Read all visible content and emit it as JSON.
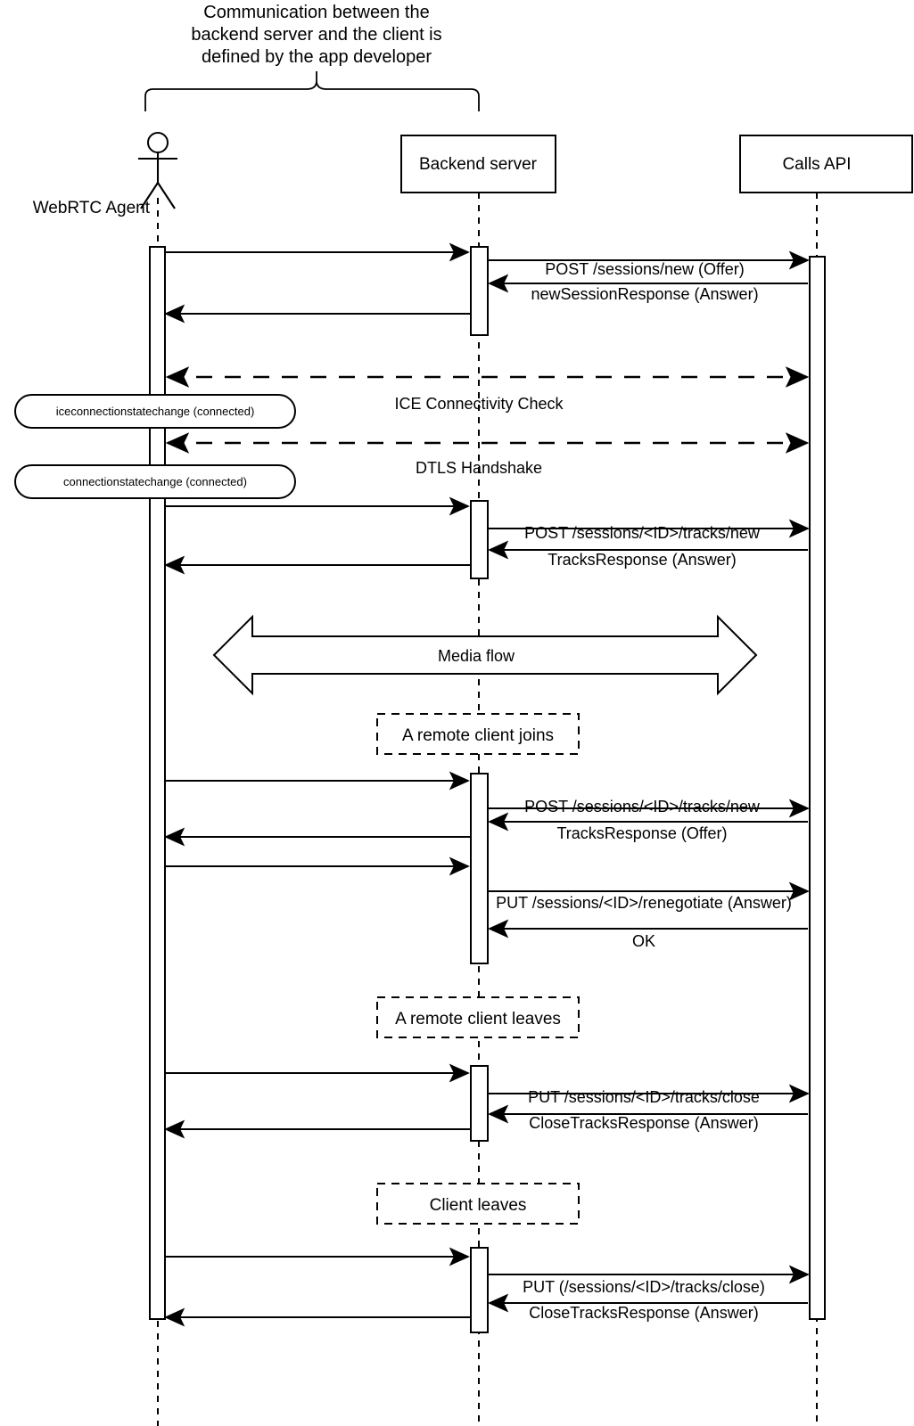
{
  "diagram": {
    "title_lines": [
      "Communication between the",
      "backend server and the client is",
      "defined by the app developer"
    ],
    "participants": [
      {
        "id": "agent",
        "label": "WebRTC Agent",
        "kind": "actor"
      },
      {
        "id": "backend",
        "label": "Backend server",
        "kind": "box"
      },
      {
        "id": "api",
        "label": "Calls API",
        "kind": "box"
      }
    ],
    "messages": [
      {
        "label": "POST /sessions/new (Offer)"
      },
      {
        "label": "newSessionResponse (Answer)"
      },
      {
        "label": "ICE Connectivity Check"
      },
      {
        "label": "DTLS Handshake"
      },
      {
        "label": "POST /sessions/<ID>/tracks/new"
      },
      {
        "label": "TracksResponse (Answer)"
      },
      {
        "label": "Media flow"
      },
      {
        "label": "POST /sessions/<ID>/tracks/new"
      },
      {
        "label": "TracksResponse (Offer)"
      },
      {
        "label": "PUT /sessions/<ID>/renegotiate (Answer)"
      },
      {
        "label": "OK"
      },
      {
        "label": "PUT /sessions/<ID>/tracks/close"
      },
      {
        "label": "CloseTracksResponse (Answer)"
      },
      {
        "label": "PUT (/sessions/<ID>/tracks/close)"
      },
      {
        "label": "CloseTracksResponse (Answer)"
      }
    ],
    "notes": [
      {
        "label": "A remote client joins"
      },
      {
        "label": "A remote client leaves"
      },
      {
        "label": "Client leaves"
      }
    ],
    "state_events": [
      {
        "label": "iceconnectionstatechange (connected)"
      },
      {
        "label": "connectionstatechange (connected)"
      }
    ],
    "colors": {
      "stroke": "#000000",
      "fill": "#ffffff"
    }
  }
}
